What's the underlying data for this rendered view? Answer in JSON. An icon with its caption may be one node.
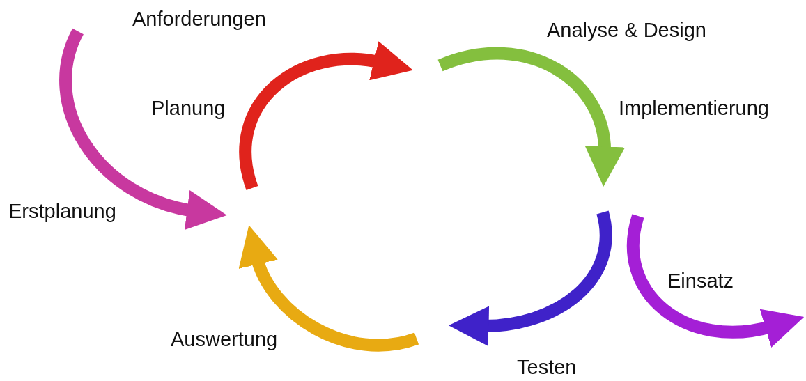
{
  "diagram": {
    "labels": [
      "Anforderungen",
      "Analyse & Design",
      "Planung",
      "Implementierung",
      "Erstplanung",
      "Einsatz",
      "Auswertung",
      "Testen"
    ]
  }
}
